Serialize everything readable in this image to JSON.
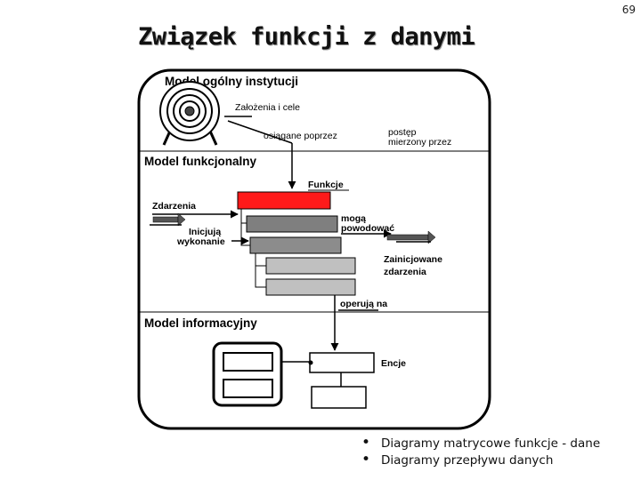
{
  "page_number": "69",
  "title": "Związek funkcji z danymi",
  "diagram": {
    "sections": {
      "general": "Model ogólny instytucji",
      "functional": "Model funkcjonalny",
      "informational": "Model informacyjny"
    },
    "labels": {
      "goals": "Założenia i cele",
      "achieved": "osiągane poprzez",
      "progress_line1": "postęp",
      "progress_line2": "mierzony przez",
      "functions": "Funkcje",
      "events": "Zdarzenia",
      "initiate_line1": "Inicjują",
      "initiate_line2": "wykonanie",
      "may_line1": "mogą",
      "may_line2": "powodować",
      "initiated_line1": "Zainicjowane",
      "initiated_line2": "zdarzenia",
      "operate_on": "operują na",
      "entities": "Encje"
    },
    "colors": {
      "function_red": "#ff1a1a",
      "box_dark": "#7f7f7f",
      "box_mid": "#8c8c8c",
      "box_light": "#c0c0c0"
    }
  },
  "bullets": [
    "Diagramy matrycowe funkcje - dane",
    "Diagramy przepływu danych"
  ]
}
